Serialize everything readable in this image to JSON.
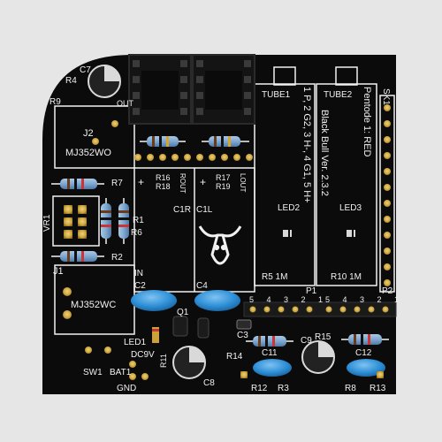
{
  "board": {
    "silkscreen_color": "#f2f2f2",
    "pcb_color": "#0b0b0b",
    "gold_color": "#c9a23c",
    "capacitor_color": "#2d8fd6",
    "logo": "bull-head"
  },
  "labels": {
    "c7": "C7",
    "r4": "R4",
    "r9": "R9",
    "out": "OUT",
    "j2": "J2",
    "mj352wo": "MJ352WO",
    "r7": "R7",
    "vr1": "VR1",
    "r1": "R1",
    "r6": "R6",
    "r2": "R2",
    "j1": "J1",
    "mj352wc": "MJ352WC",
    "led1": "LED1",
    "sw1": "SW1",
    "bat1": "BAT1",
    "gnd": "GND",
    "dc9v": "DC9V",
    "r11": "R11",
    "c8": "C8",
    "r16": "R16",
    "r18": "R18",
    "rout": "ROUT",
    "r17": "R17",
    "r19": "R19",
    "lout": "LOUT",
    "c1r": "C1R",
    "c1l": "C1L",
    "in": "IN",
    "c2": "C2",
    "c4": "C4",
    "q1": "Q1",
    "tube1": "TUBE1",
    "tube2": "TUBE2",
    "pin_map": "1 P, 2 G2, 3 H-, 4 G1, 5 H+",
    "version": "Black Bull Ver. 2.3.2",
    "pentode": "Pentode 1: RED",
    "sk1": "SK1",
    "led2": "LED2",
    "led3": "LED3",
    "r5": "R5 1M",
    "r10": "R10 1M",
    "p1": "P1",
    "p2": "P2",
    "header_nums": "5 4 3 2 1",
    "c3": "C3",
    "r15": "R15",
    "c9": "C9",
    "r14": "R14",
    "c11": "C11",
    "c12": "C12",
    "r12": "R12",
    "r3": "R3",
    "r8": "R8",
    "r13": "R13"
  }
}
